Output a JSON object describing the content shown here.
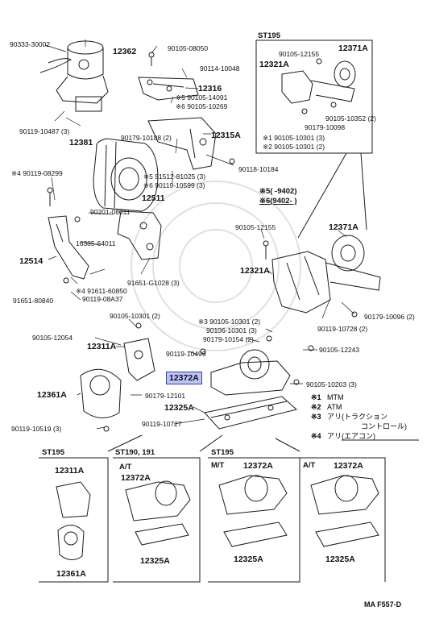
{
  "diagram_code": "MA F557-D",
  "groups": {
    "st195_top": "ST195",
    "st195_bottom_left": "ST195",
    "st190_191": "ST190, 191",
    "st195_bottom_right": "ST195",
    "at_1": "A/T",
    "mt_1": "M/T",
    "at_2": "A/T"
  },
  "notes": {
    "n5": "※5(      -9402)",
    "n6": "※6(9402-       )"
  },
  "legend": [
    {
      "mark": "※1",
      "text": "MTM"
    },
    {
      "mark": "※2",
      "text": "ATM"
    },
    {
      "mark": "※3",
      "text": "アリ(トラクション"
    },
    {
      "mark": "",
      "text": "コントロール)"
    },
    {
      "mark": "※4",
      "text": "アリ(エアコン)"
    }
  ],
  "highlight_part": "12372A",
  "labels": {
    "p90333": "90333-30002",
    "p12362": "12362",
    "p90105_08050": "90105-08050",
    "p90114": "90114-10048",
    "p12316": "12316",
    "p90105_14091": "※5 90105-14091",
    "p90105_10269": "※6 90105-10269",
    "p90119_10487": "90119-10487 (3)",
    "p12381": "12381",
    "p90179_10108": "90179-10108 (2)",
    "p12315A": "12315A",
    "p90119_08299": "※4 90119-08299",
    "p91512": "※5 91512-81025 (3)",
    "p90119_10599": "※6 90119-10599 (3)",
    "p90118": "90118-10184",
    "p12511": "12511",
    "p90201": "90201-08011",
    "p16385": "16385-64011",
    "p12514": "12514",
    "p91611": "※4 91611-60850",
    "p90119_08A37": "90119-08A37",
    "p91651_G1028": "91651-G1028 (3)",
    "p91651_80840": "91651-80840",
    "p90105_12155": "90105-12155",
    "p12371A": "12371A",
    "p12321A": "12321A",
    "p90179_10096": "90179-10096 (2)",
    "p90119_10728": "90119-10728 (2)",
    "p90105_12054": "90105-12054",
    "p90105_10301_2": "90105-10301 (2)",
    "p12311A": "12311A",
    "p90105_10301_b": "※3 90105-10301 (2)",
    "p90106_10301": "90106-10301 (3)",
    "p90179_10154": "90179-10154 (2)",
    "p90119_10499": "90119-10499",
    "p90105_12243": "90105-12243",
    "p12361A": "12361A",
    "p90179_12101": "90179-12101",
    "p90105_10203": "90105-10203 (3)",
    "p12325A": "12325A",
    "p90119_10727": "90119-10727",
    "p90119_10519": "90119-10519 (3)",
    "ins_90105_12155": "90105-12155",
    "ins_12371A": "12371A",
    "ins_12321A": "12321A",
    "ins_90179_10098": "90179-10098",
    "ins_90105_10352": "90105-10352 (2)",
    "ins_n1": "※1  90105-10301 (3)",
    "ins_n2": "※2  90105-10301 (2)",
    "b_12311A": "12311A",
    "b_12361A": "12361A",
    "b_12372A_1": "12372A",
    "b_12325A_1": "12325A",
    "b_12372A_2": "12372A",
    "b_12325A_2": "12325A",
    "b_12372A_3": "12372A",
    "b_12325A_3": "12325A"
  }
}
